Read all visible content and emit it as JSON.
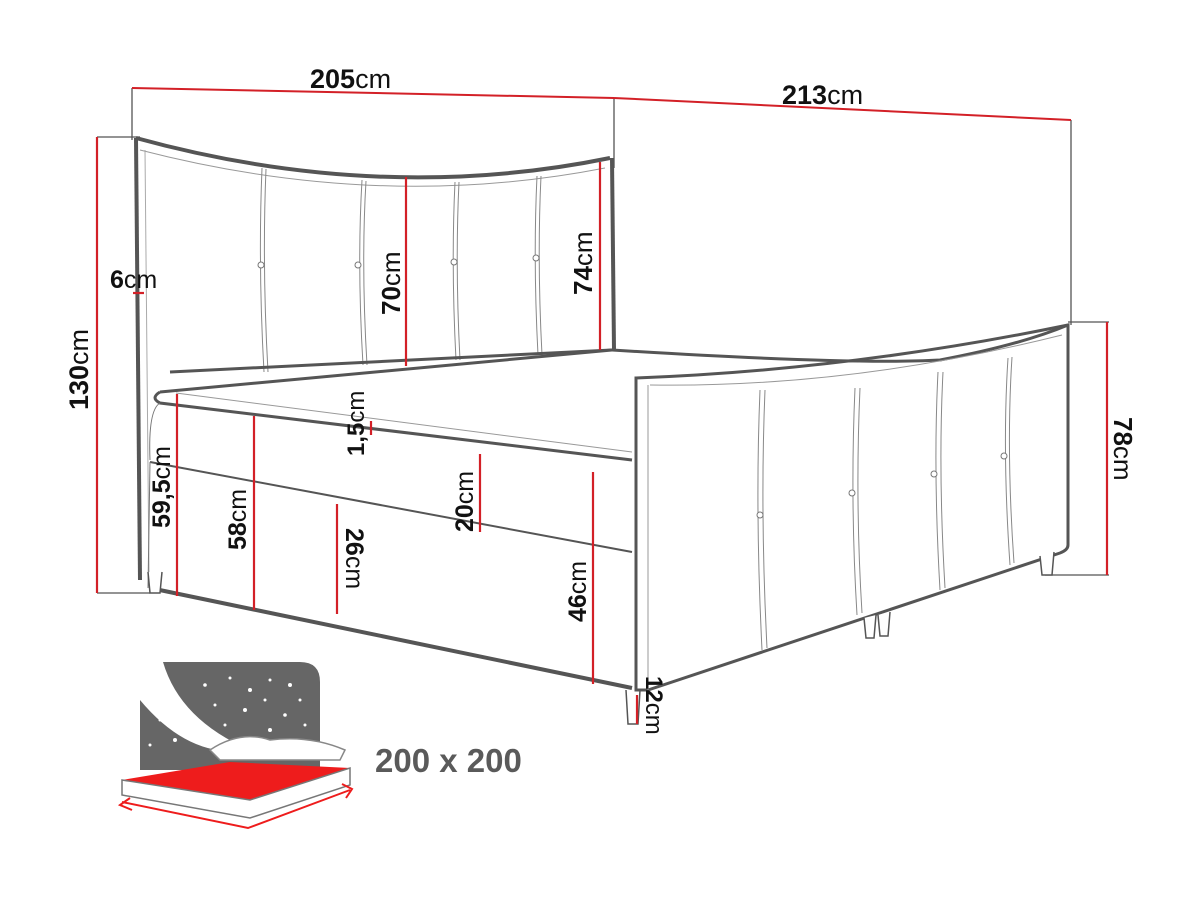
{
  "diagram": {
    "title": "Boxspring bed dimension drawing",
    "colors": {
      "outline": "#555555",
      "dimension_line": "#d32027",
      "thin_line": "#9a9a9a",
      "icon_gray": "#666666",
      "icon_red": "#ee1c1c"
    },
    "dimensions": {
      "width": {
        "value": "205",
        "unit": "cm"
      },
      "length": {
        "value": "213",
        "unit": "cm"
      },
      "total_height": {
        "value": "130",
        "unit": "cm"
      },
      "headboard_thickness": {
        "value": "6",
        "unit": "cm"
      },
      "headboard_panel_height": {
        "value": "70",
        "unit": "cm"
      },
      "headboard_side_height": {
        "value": "74",
        "unit": "cm"
      },
      "topper_thickness": {
        "value": "1,5",
        "unit": "cm"
      },
      "sleeping_height": {
        "value": "59,5",
        "unit": "cm"
      },
      "mattress_top_height": {
        "value": "58",
        "unit": "cm"
      },
      "mattress_thickness": {
        "value": "20",
        "unit": "cm"
      },
      "base_box_height": {
        "value": "26",
        "unit": "cm"
      },
      "base_top_height": {
        "value": "46",
        "unit": "cm"
      },
      "footboard_height": {
        "value": "78",
        "unit": "cm"
      },
      "leg_height": {
        "value": "12",
        "unit": "cm"
      }
    },
    "sleeping_area": {
      "icon": "bed-night-icon",
      "label": "200 x 200"
    }
  }
}
